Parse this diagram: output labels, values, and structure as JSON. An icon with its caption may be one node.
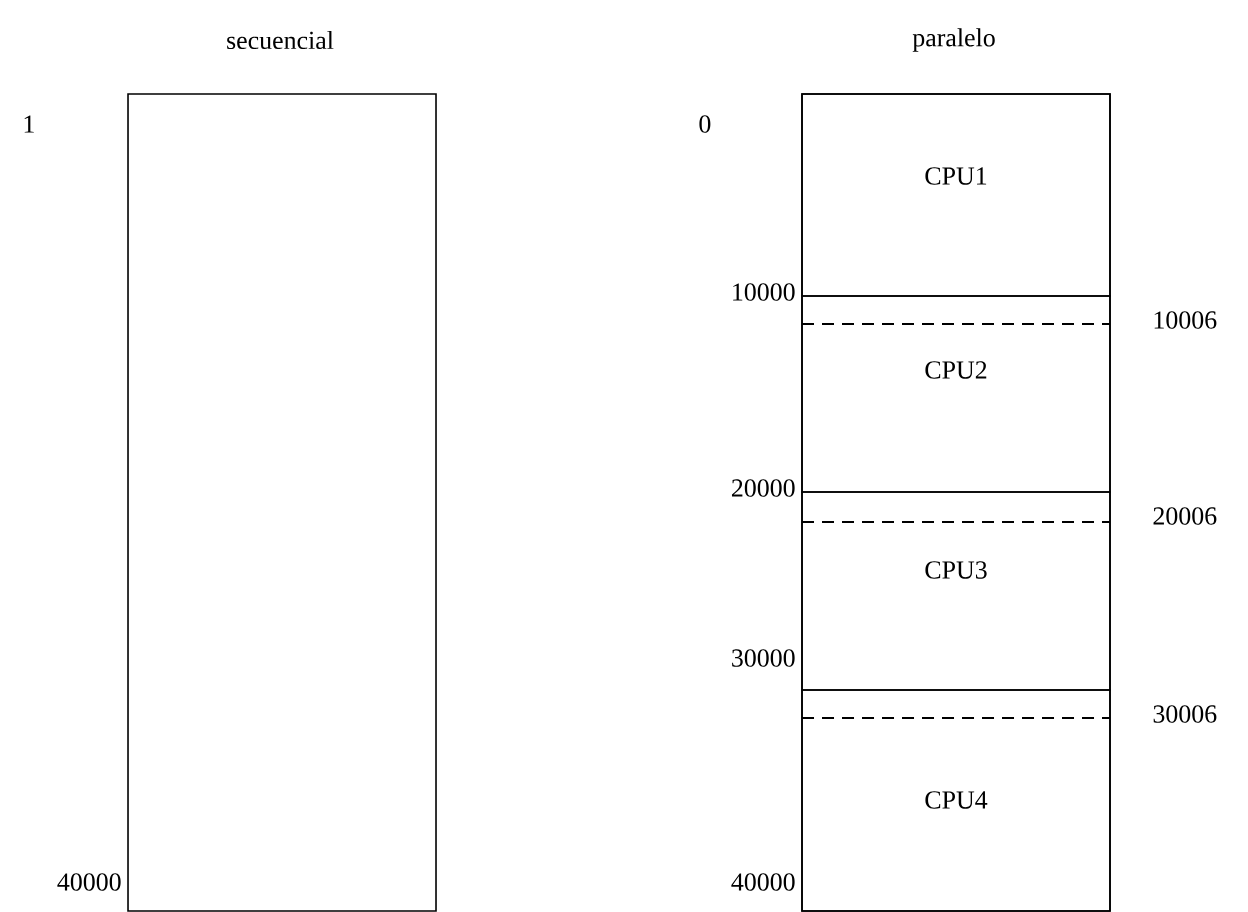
{
  "diagram": {
    "nodes": [
      {
        "text": [
          "secuencial"
        ]
      },
      {
        "text": [
          "paralelo"
        ]
      },
      {
        "text": [
          "CPU1"
        ],
        "in": 1
      },
      {
        "text": [
          "CPU2"
        ],
        "in": 1
      },
      {
        "text": [
          "CPU3"
        ],
        "in": 1
      },
      {
        "text": [
          "CPU4"
        ],
        "in": 1
      }
    ],
    "labels": [
      "1",
      "0",
      "10000",
      "10006",
      "20000",
      "20006",
      "30000",
      "30006",
      "40000",
      "40000"
    ]
  }
}
